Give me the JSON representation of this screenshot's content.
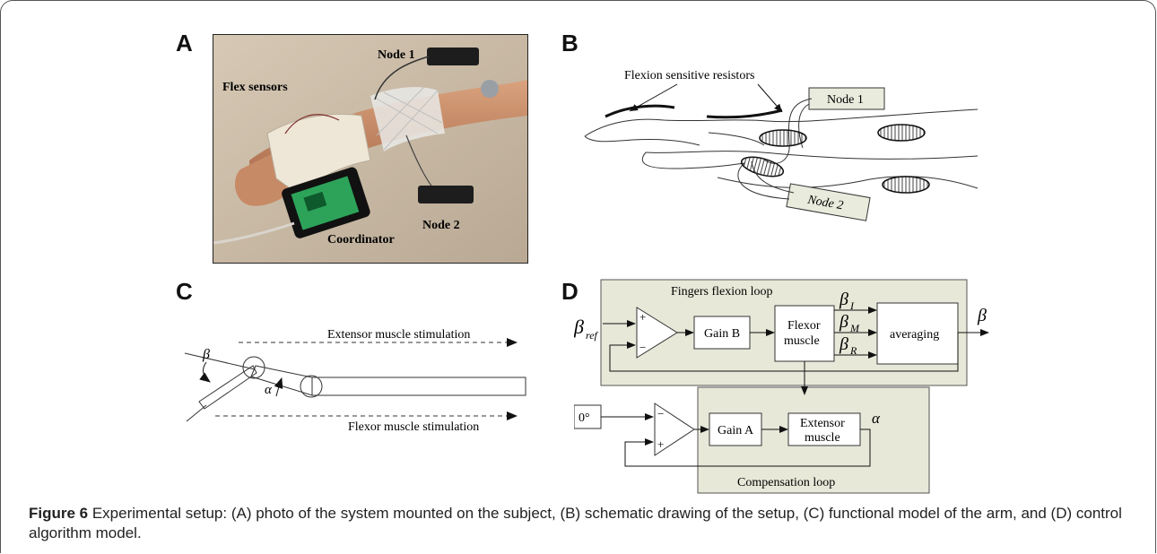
{
  "panels": {
    "a": {
      "letter": "A",
      "labels": {
        "node1": "Node 1",
        "flex": "Flex sensors",
        "node2": "Node 2",
        "coordinator": "Coordinator"
      }
    },
    "b": {
      "letter": "B",
      "labels": {
        "resistors": "Flexion sensitive resistors",
        "node1": "Node 1",
        "node2": "Node 2"
      }
    },
    "c": {
      "letter": "C",
      "labels": {
        "extensor": "Extensor muscle stimulation",
        "flexor": "Flexor muscle stimulation",
        "beta": "β",
        "alpha": "α"
      }
    },
    "d": {
      "letter": "D",
      "loop_top": "Fingers flexion loop",
      "loop_bottom": "Compensation loop",
      "beta_ref": "β",
      "beta_ref_sub": "ref",
      "plus": "+",
      "minus": "−",
      "gain_b": "Gain B",
      "flexor_1": "Flexor",
      "flexor_2": "muscle",
      "beta_i": "β",
      "beta_i_sub": "I",
      "beta_m": "β",
      "beta_m_sub": "M",
      "beta_r": "β",
      "beta_r_sub": "R",
      "averaging": "averaging",
      "beta_out": "β",
      "zero": "0°",
      "gain_a": "Gain A",
      "extensor_1": "Extensor",
      "extensor_2": "muscle",
      "alpha_out": "α"
    }
  },
  "caption": {
    "label": "Figure 6",
    "text": " Experimental setup: (A) photo of the system mounted on the subject, (B) schematic drawing of the setup, (C) functional model of the arm, and (D) control algorithm model."
  }
}
